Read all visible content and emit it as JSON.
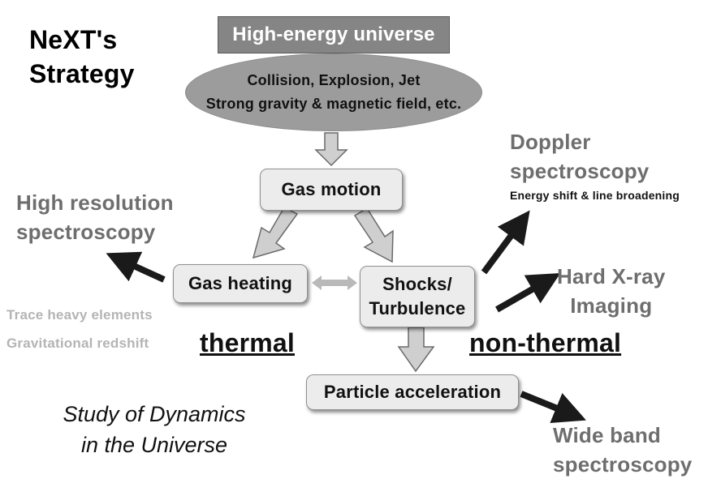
{
  "strategy_title": {
    "line1": "NeXT's",
    "line2": "Strategy"
  },
  "banner": "High-energy universe",
  "ellipse": {
    "line1": "Collision, Explosion, Jet",
    "line2": "Strong gravity & magnetic field, etc."
  },
  "nodes": {
    "gas_motion": "Gas motion",
    "gas_heating": "Gas heating",
    "shocks_line1": "Shocks/",
    "shocks_line2": "Turbulence",
    "particle_acceleration": "Particle acceleration"
  },
  "left_labels": {
    "high_resolution_line1": "High resolution",
    "high_resolution_line2": "spectroscopy",
    "trace": "Trace heavy elements",
    "redshift": "Gravitational redshift"
  },
  "right_labels": {
    "doppler_line1": "Doppler",
    "doppler_line2": "spectroscopy",
    "doppler_sub": "Energy shift & line broadening",
    "hard_xray_line1": "Hard X-ray",
    "hard_xray_line2": "Imaging",
    "wide_band_line1": "Wide band",
    "wide_band_line2": "spectroscopy"
  },
  "thermal": "thermal",
  "non_thermal": "non-thermal",
  "study": {
    "line1": "Study of Dynamics",
    "line2": "in the Universe"
  },
  "colors": {
    "banner": "#858585",
    "ellipse": "#9c9c9c",
    "box": "#ececec",
    "block_arrow": "#cfcfcf",
    "dark_arrow": "#1a1a1a",
    "gray_label": "#6e6e6e",
    "light_label": "#b4b4b4"
  }
}
